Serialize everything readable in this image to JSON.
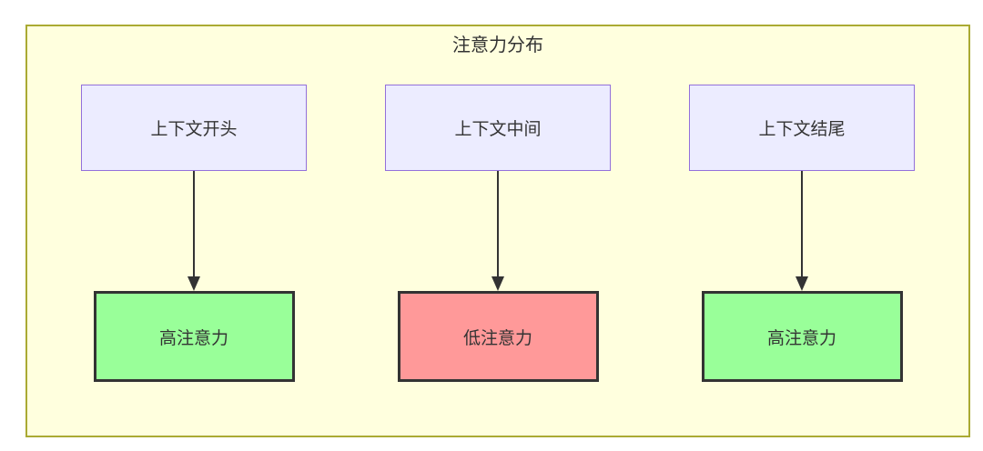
{
  "diagram": {
    "title": "注意力分布",
    "columns": [
      {
        "source": "上下文开头",
        "result": "高注意力",
        "level": "high"
      },
      {
        "source": "上下文中间",
        "result": "低注意力",
        "level": "low"
      },
      {
        "source": "上下文结尾",
        "result": "高注意力",
        "level": "high"
      }
    ]
  },
  "colors": {
    "frame_bg": "#ffffde",
    "frame_border": "#aaaa33",
    "node_bg": "#ececff",
    "node_border": "#9370db",
    "high_bg": "#99ff99",
    "low_bg": "#ff9999",
    "dark_border": "#333333",
    "arrow": "#333333",
    "text": "#333333"
  }
}
